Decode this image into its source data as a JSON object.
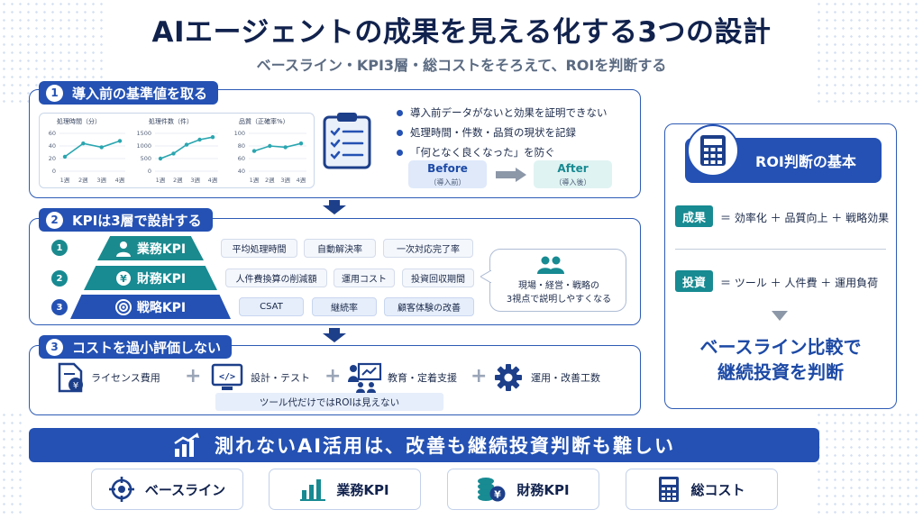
{
  "title": "AIエージェントの成果を見える化する3つの設計",
  "subtitle": "ベースライン・KPI3層・総コストをそろえて、ROIを判断する",
  "section1": {
    "num": "1",
    "label": "導入前の基準値を取る",
    "charts": [
      {
        "title": "処理時間（分）",
        "yticks": [
          "60",
          "40",
          "20",
          "0"
        ],
        "xticks": [
          "1週",
          "2週",
          "3週",
          "4週"
        ],
        "values": [
          23,
          44,
          38,
          48
        ],
        "ymax": 60
      },
      {
        "title": "処理件数（件）",
        "yticks": [
          "1500",
          "1000",
          "500",
          "0"
        ],
        "xticks": [
          "1週",
          "2週",
          "3週",
          "4週"
        ],
        "values": [
          500,
          700,
          1050,
          1250,
          1350
        ],
        "ymax": 1500
      },
      {
        "title": "品質（正確率%）",
        "yticks": [
          "100",
          "80",
          "60",
          "40"
        ],
        "xticks": [
          "1週",
          "2週",
          "3週",
          "4週"
        ],
        "values": [
          72,
          80,
          78,
          84
        ],
        "ymax": 100
      }
    ],
    "bullets": [
      "導入前データがないと効果を証明できない",
      "処理時間・件数・品質の現状を記録",
      "「何となく良くなった」を防ぐ"
    ],
    "before": {
      "label": "Before",
      "sub": "（導入前）"
    },
    "after": {
      "label": "After",
      "sub": "（導入後）"
    }
  },
  "section2": {
    "num": "2",
    "label": "KPIは3層で設計する",
    "rows": [
      {
        "num": "1",
        "name": "業務KPI",
        "color": "#1a8a8e",
        "items": [
          "平均処理時間",
          "自動解決率",
          "一次対応完了率"
        ]
      },
      {
        "num": "2",
        "name": "財務KPI",
        "color": "#178a92",
        "items": [
          "人件費換算の削減額",
          "運用コスト",
          "投資回収期間"
        ]
      },
      {
        "num": "3",
        "name": "戦略KPI",
        "color": "#2451b3",
        "items": [
          "CSAT",
          "継続率",
          "顧客体験の改善"
        ]
      }
    ],
    "callout": [
      "現場・経営・戦略の",
      "3視点で説明しやすくなる"
    ]
  },
  "section3": {
    "num": "3",
    "label": "コストを過小評価しない",
    "items": [
      "ライセンス費用",
      "設計・テスト",
      "教育・定着支援",
      "運用・改善工数"
    ],
    "note": "ツール代だけではROIは見えない"
  },
  "roi": {
    "heading": "ROI判断の基本",
    "result_label": "成果",
    "result_formula": "＝ 効率化 ＋ 品質向上 ＋ 戦略効果",
    "invest_label": "投資",
    "invest_formula": "＝ ツール ＋ 人件費 ＋ 運用負荷",
    "conclusion": [
      "ベースライン比較で",
      "継続投資を判断"
    ]
  },
  "banner": "測れないAI活用は、改善も継続投資判断も難しい",
  "bottom": [
    "ベースライン",
    "業務KPI",
    "財務KPI",
    "総コスト"
  ]
}
